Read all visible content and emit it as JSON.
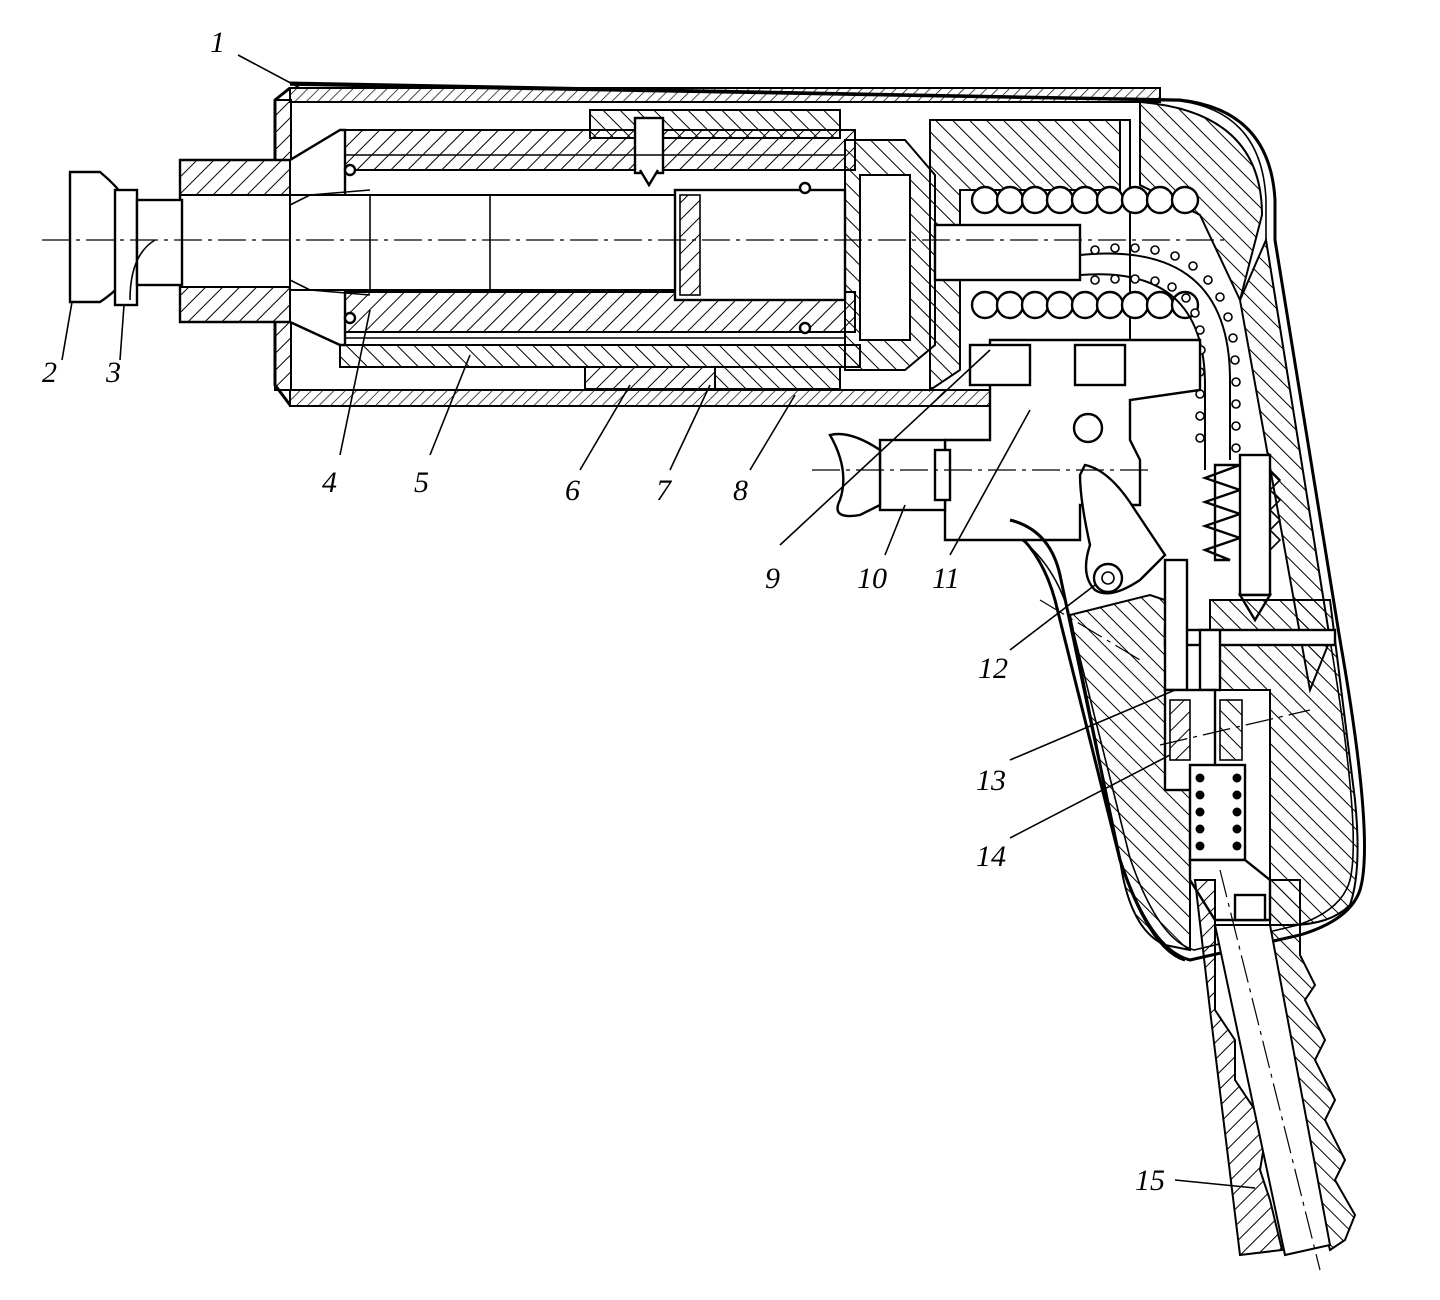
{
  "drawing": {
    "callouts": [
      {
        "id": "callout-1",
        "text": "1"
      },
      {
        "id": "callout-2",
        "text": "2"
      },
      {
        "id": "callout-3",
        "text": "3"
      },
      {
        "id": "callout-4",
        "text": "4"
      },
      {
        "id": "callout-5",
        "text": "5"
      },
      {
        "id": "callout-6",
        "text": "6"
      },
      {
        "id": "callout-7",
        "text": "7"
      },
      {
        "id": "callout-8",
        "text": "8"
      },
      {
        "id": "callout-9",
        "text": "9"
      },
      {
        "id": "callout-10",
        "text": "10"
      },
      {
        "id": "callout-11",
        "text": "11"
      },
      {
        "id": "callout-12",
        "text": "12"
      },
      {
        "id": "callout-13",
        "text": "13"
      },
      {
        "id": "callout-14",
        "text": "14"
      },
      {
        "id": "callout-15",
        "text": "15"
      }
    ]
  }
}
